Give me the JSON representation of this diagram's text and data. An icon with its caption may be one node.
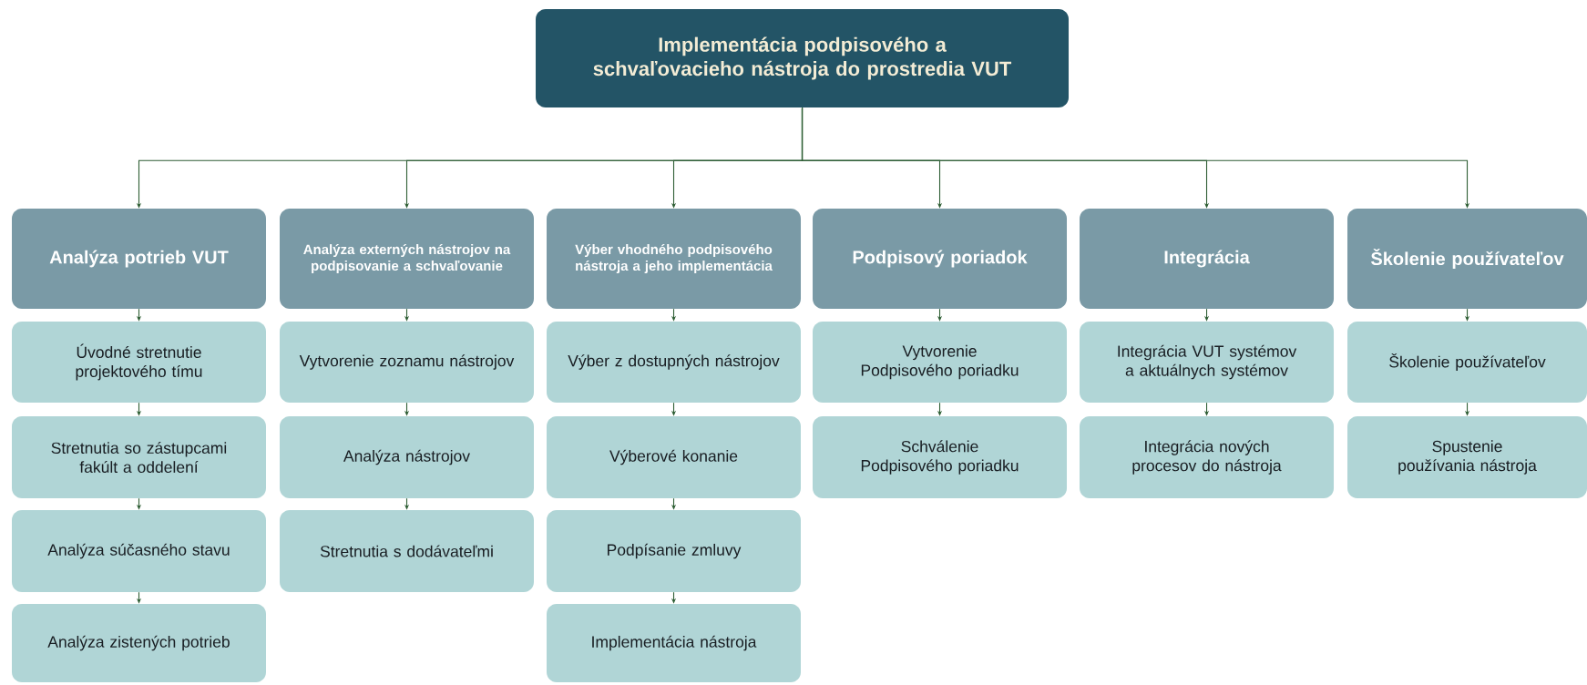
{
  "diagram": {
    "nodes": [
      {
        "text": [
          "Implementácia podpisového a schvaľovacieho nástroja do prostredia VUT"
        ]
      },
      {
        "text": [
          "Analýza potrieb VUT"
        ]
      },
      {
        "text": [
          "Úvodné stretnutie projektového tímu"
        ]
      },
      {
        "text": [
          "Stretnutia so zástupcami fakúlt a oddelení"
        ]
      },
      {
        "text": [
          "Analýza súčasného stavu"
        ]
      },
      {
        "text": [
          "Analýza zistených potrieb"
        ]
      },
      {
        "text": [
          "Analýza externých nástrojov na podpisovanie a schvaľovanie"
        ]
      },
      {
        "text": [
          "Vytvorenie zoznamu nástrojov"
        ]
      },
      {
        "text": [
          "Analýza nástrojov"
        ]
      },
      {
        "text": [
          "Stretnutia s dodávateľmi"
        ]
      },
      {
        "text": [
          "Výber vhodného podpisového nástroja a jeho implementácia"
        ]
      },
      {
        "text": [
          "Výber z dostupných nástrojov"
        ]
      },
      {
        "text": [
          "Výberové konanie"
        ]
      },
      {
        "text": [
          "Podpísanie zmluvy"
        ]
      },
      {
        "text": [
          "Implementácia nástroja"
        ]
      },
      {
        "text": [
          "Podpisový poriadok"
        ]
      },
      {
        "text": [
          "Vytvorenie Podpisového poriadku"
        ]
      },
      {
        "text": [
          "Schválenie Podpisového poriadku"
        ]
      },
      {
        "text": [
          "Integrácia"
        ]
      },
      {
        "text": [
          "Integrácia VUT systémov a aktuálnych systémov"
        ]
      },
      {
        "text": [
          "Integrácia nových procesov do nástroja"
        ]
      },
      {
        "text": [
          "Školenie používateľov"
        ]
      },
      {
        "text": [
          "Školenie používateľov"
        ]
      },
      {
        "text": [
          "Spustenie používania nástroja"
        ]
      }
    ],
    "edges": [
      {
        "from": 0,
        "to": 1,
        "arrow": "to"
      },
      {
        "from": 0,
        "to": 6,
        "arrow": "to"
      },
      {
        "from": 0,
        "to": 10,
        "arrow": "to"
      },
      {
        "from": 0,
        "to": 15,
        "arrow": "to"
      },
      {
        "from": 0,
        "to": 18,
        "arrow": "to"
      },
      {
        "from": 0,
        "to": 21,
        "arrow": "to"
      },
      {
        "from": 1,
        "to": 2,
        "arrow": "to"
      },
      {
        "from": 2,
        "to": 3,
        "arrow": "to"
      },
      {
        "from": 3,
        "to": 4,
        "arrow": "to"
      },
      {
        "from": 4,
        "to": 5,
        "arrow": "to"
      },
      {
        "from": 6,
        "to": 7,
        "arrow": "to"
      },
      {
        "from": 7,
        "to": 8,
        "arrow": "to"
      },
      {
        "from": 8,
        "to": 9,
        "arrow": "to"
      },
      {
        "from": 10,
        "to": 11,
        "arrow": "to"
      },
      {
        "from": 11,
        "to": 12,
        "arrow": "to"
      },
      {
        "from": 12,
        "to": 13,
        "arrow": "to"
      },
      {
        "from": 13,
        "to": 14,
        "arrow": "to"
      },
      {
        "from": 15,
        "to": 16,
        "arrow": "to"
      },
      {
        "from": 16,
        "to": 17,
        "arrow": "to"
      },
      {
        "from": 18,
        "to": 19,
        "arrow": "to"
      },
      {
        "from": 19,
        "to": 20,
        "arrow": "to"
      },
      {
        "from": 21,
        "to": 22,
        "arrow": "to"
      },
      {
        "from": 22,
        "to": 23,
        "arrow": "to"
      }
    ]
  }
}
